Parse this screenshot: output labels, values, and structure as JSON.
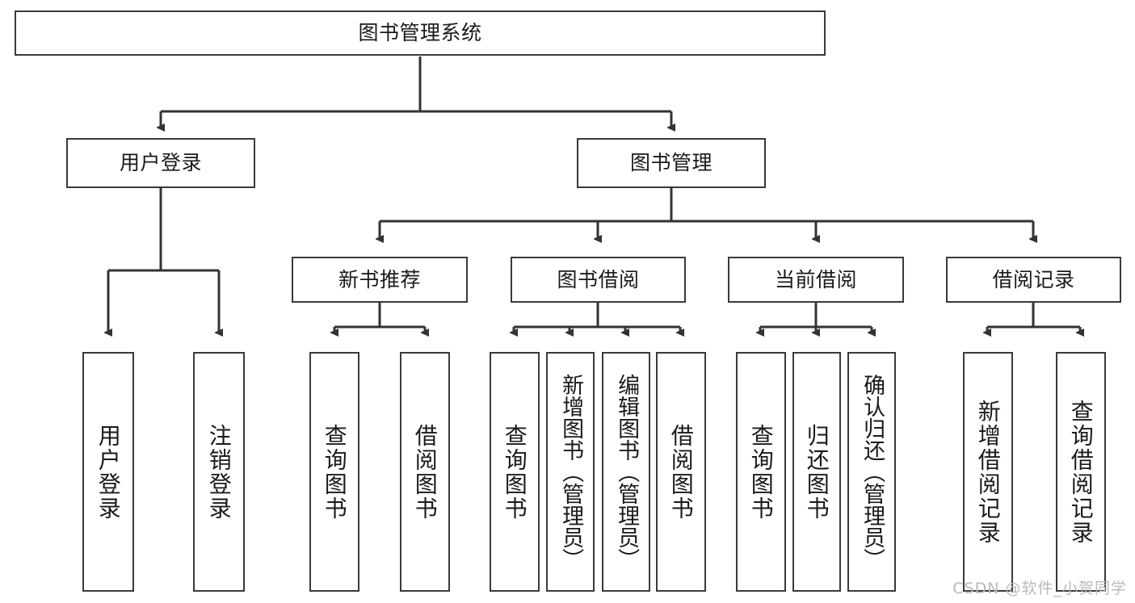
{
  "diagram": {
    "title": "图书管理系统",
    "type": "tree-hierarchy",
    "watermark": "CSDN @软件_小贺同学",
    "colors": {
      "box_border": "#3a3a3a",
      "box_fill": "#ffffff",
      "edge": "#333333",
      "text": "#1a1a1a",
      "watermark": "#b9b9b9"
    },
    "root": {
      "label": "图书管理系统"
    },
    "level2": [
      {
        "label": "用户登录"
      },
      {
        "label": "图书管理"
      }
    ],
    "level3": [
      {
        "label": "新书推荐"
      },
      {
        "label": "图书借阅"
      },
      {
        "label": "当前借阅"
      },
      {
        "label": "借阅记录"
      }
    ],
    "leaves": {
      "user_login": [
        {
          "label": "用户登录"
        },
        {
          "label": "注销登录"
        }
      ],
      "new_book_recommend": [
        {
          "label": "查询图书"
        },
        {
          "label": "借阅图书"
        }
      ],
      "book_borrow": [
        {
          "label": "查询图书"
        },
        {
          "label": "新增图书（管理员）"
        },
        {
          "label": "编辑图书（管理员）"
        },
        {
          "label": "借阅图书"
        }
      ],
      "current_borrow": [
        {
          "label": "查询图书"
        },
        {
          "label": "归还图书"
        },
        {
          "label": "确认归还（管理员）"
        }
      ],
      "borrow_record": [
        {
          "label": "新增借阅记录"
        },
        {
          "label": "查询借阅记录"
        }
      ]
    }
  }
}
